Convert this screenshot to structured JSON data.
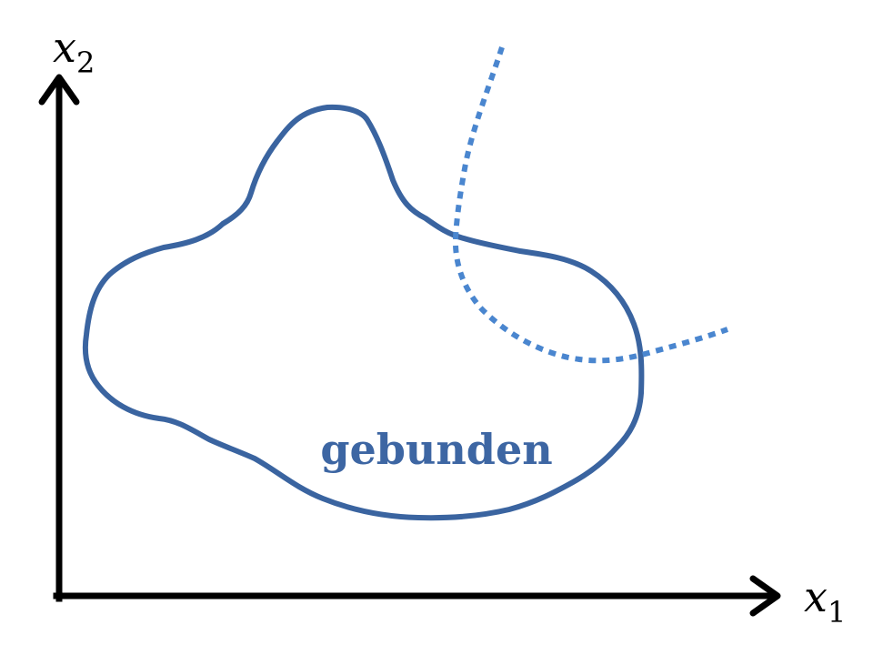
{
  "axes": {
    "x_label": {
      "main": "x",
      "sub": "1"
    },
    "y_label": {
      "main": "x",
      "sub": "2"
    }
  },
  "region": {
    "label": "gebunden"
  },
  "colors": {
    "axis": "#000000",
    "region_outline": "#3a64a0",
    "region_text": "#3d66a3",
    "boundary_curve": "#4a86cf"
  }
}
